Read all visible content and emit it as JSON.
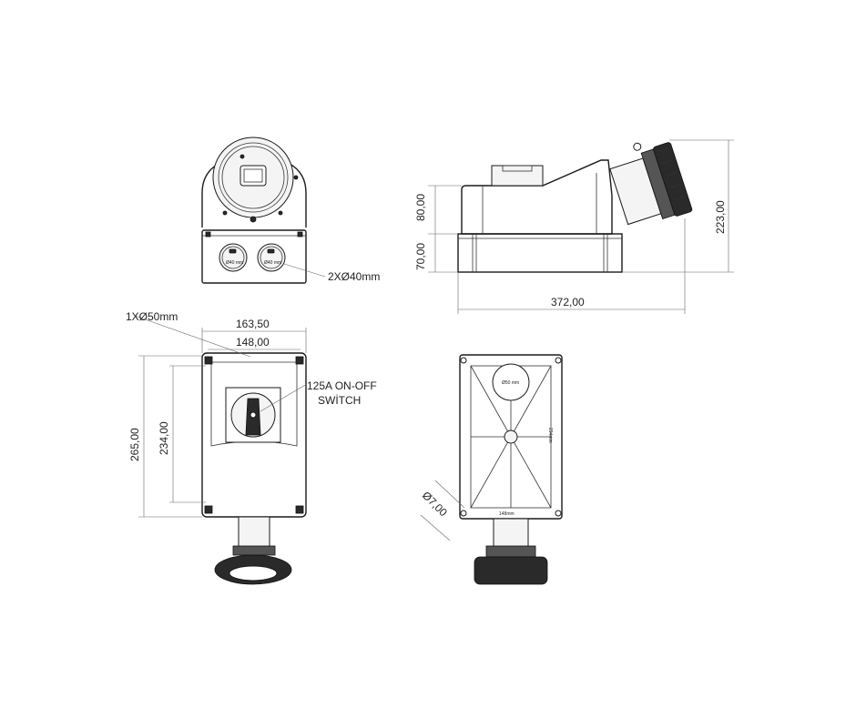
{
  "labels": {
    "hole_2x40": "2XØ40mm",
    "hole_1x50": "1XØ50mm",
    "switch_note_line1": "125A ON-OFF",
    "switch_note_line2": "SWİTCH",
    "hole_7": "Ø7,00",
    "inner_width_mark": "148mm",
    "inner_height_mark": "234mm",
    "gland_mark_top": "Ø50 mm",
    "gland_mark_front": "Ø40 mm"
  },
  "dimensions": {
    "side_upper_height": "80,00",
    "side_lower_height": "70,00",
    "side_total_height": "223,00",
    "side_total_length": "372,00",
    "front_outer_width": "163,50",
    "front_inner_width": "148,00",
    "front_outer_height": "265,00",
    "front_inner_height": "234,00"
  },
  "colors": {
    "line": "#1a1a1a",
    "dimension": "#666666",
    "dark_fill": "#2a2a2a"
  }
}
